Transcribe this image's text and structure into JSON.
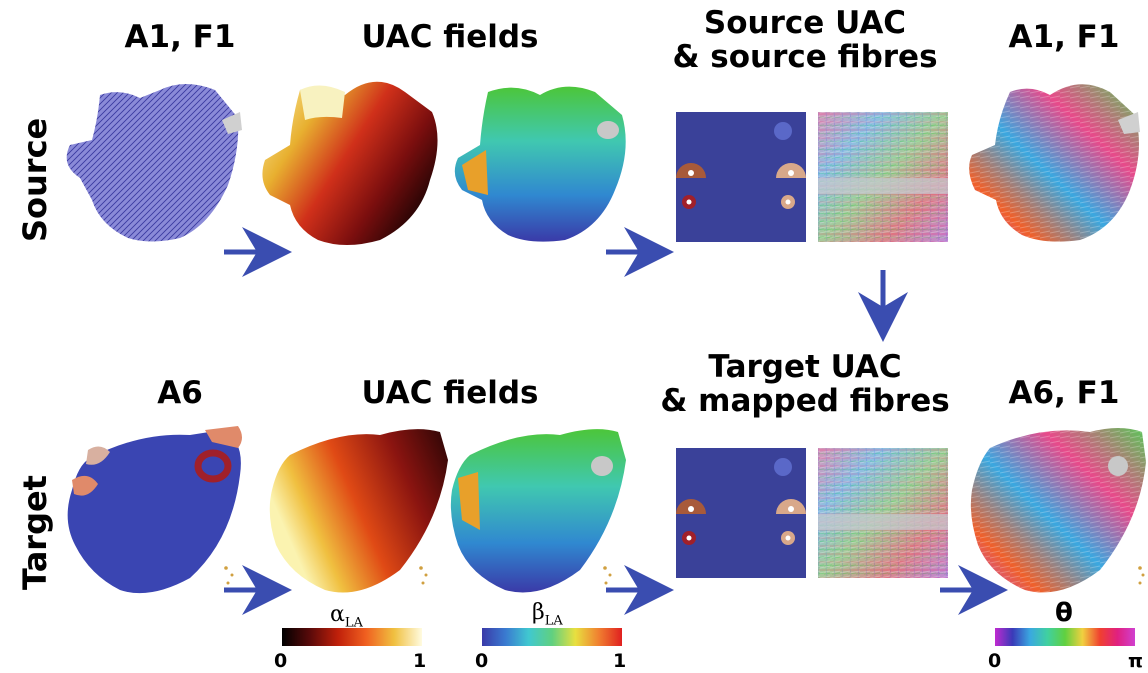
{
  "colors": {
    "arrow": "#3a4db0",
    "uac_bg": "#3a4199",
    "mesh_blue": "#3a45b2",
    "vein_red": "#a0202a",
    "vein_orange": "#e08a3a",
    "wedge_dark": "#a85a3a",
    "wedge_light": "#d8a88a"
  },
  "row_labels": {
    "source": "Source",
    "target": "Target"
  },
  "titles": {
    "source_mesh": "A1, F1",
    "source_uac_fields": "UAC fields",
    "source_uac_line1": "Source UAC",
    "source_uac_line2": "& source fibres",
    "source_result": "A1, F1",
    "target_mesh": "A6",
    "target_uac_fields": "UAC fields",
    "target_uac_line1": "Target UAC",
    "target_uac_line2": "& mapped fibres",
    "target_result": "A6, F1"
  },
  "colorbars": {
    "alpha": {
      "symbol": "α",
      "subscript": "LA",
      "min": "0",
      "max": "1"
    },
    "beta": {
      "symbol": "β",
      "subscript": "LA",
      "min": "0",
      "max": "1"
    },
    "theta": {
      "symbol": "θ",
      "min": "0",
      "max": "π"
    }
  }
}
